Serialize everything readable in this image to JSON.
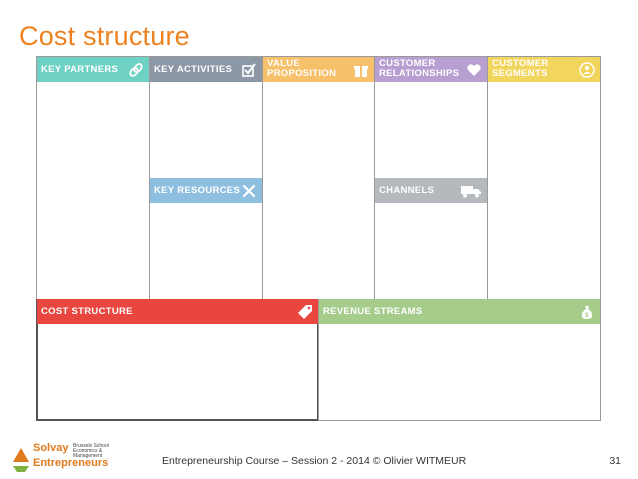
{
  "title": "Cost structure",
  "blocks": {
    "key_partners": "KEY PARTNERS",
    "key_activities": "KEY ACTIVITIES",
    "key_resources": "KEY RESOURCES",
    "value_proposition_1": "VALUE",
    "value_proposition_2": "PROPOSITION",
    "customer_relationships_1": "CUSTOMER",
    "customer_relationships_2": "RELATIONSHIPS",
    "channels": "CHANNELS",
    "customer_segments_1": "CUSTOMER",
    "customer_segments_2": "SEGMENTS",
    "cost_structure": "COST STRUCTURE",
    "revenue_streams": "REVENUE STREAMS"
  },
  "colors": {
    "title": "#ef8220",
    "key_partners": "#6fd1c4",
    "key_activities": "#8c98a6",
    "key_resources": "#8fbfe0",
    "value_proposition": "#f7c06a",
    "customer_relationships": "#b79fd1",
    "channels": "#b5b8bc",
    "customer_segments": "#f2d55c",
    "cost_structure": "#e8463f",
    "revenue_streams": "#a6cc8c"
  },
  "icons": {
    "key_partners": "link-icon",
    "key_activities": "checkbox-icon",
    "key_resources": "tools-icon",
    "value_proposition": "gift-icon",
    "customer_relationships": "heart-icon",
    "channels": "truck-icon",
    "customer_segments": "people-icon",
    "cost_structure": "price-tag-icon",
    "revenue_streams": "money-bag-icon"
  },
  "footer": {
    "text": "Entrepreneurship Course – Session 2 - 2014 © Olivier WITMEUR",
    "page_number": "31",
    "logo_line1": "Solvay",
    "logo_line2": "Entrepreneurs",
    "logo_small_1": "Brussels School",
    "logo_small_2": "Economics & Management"
  }
}
